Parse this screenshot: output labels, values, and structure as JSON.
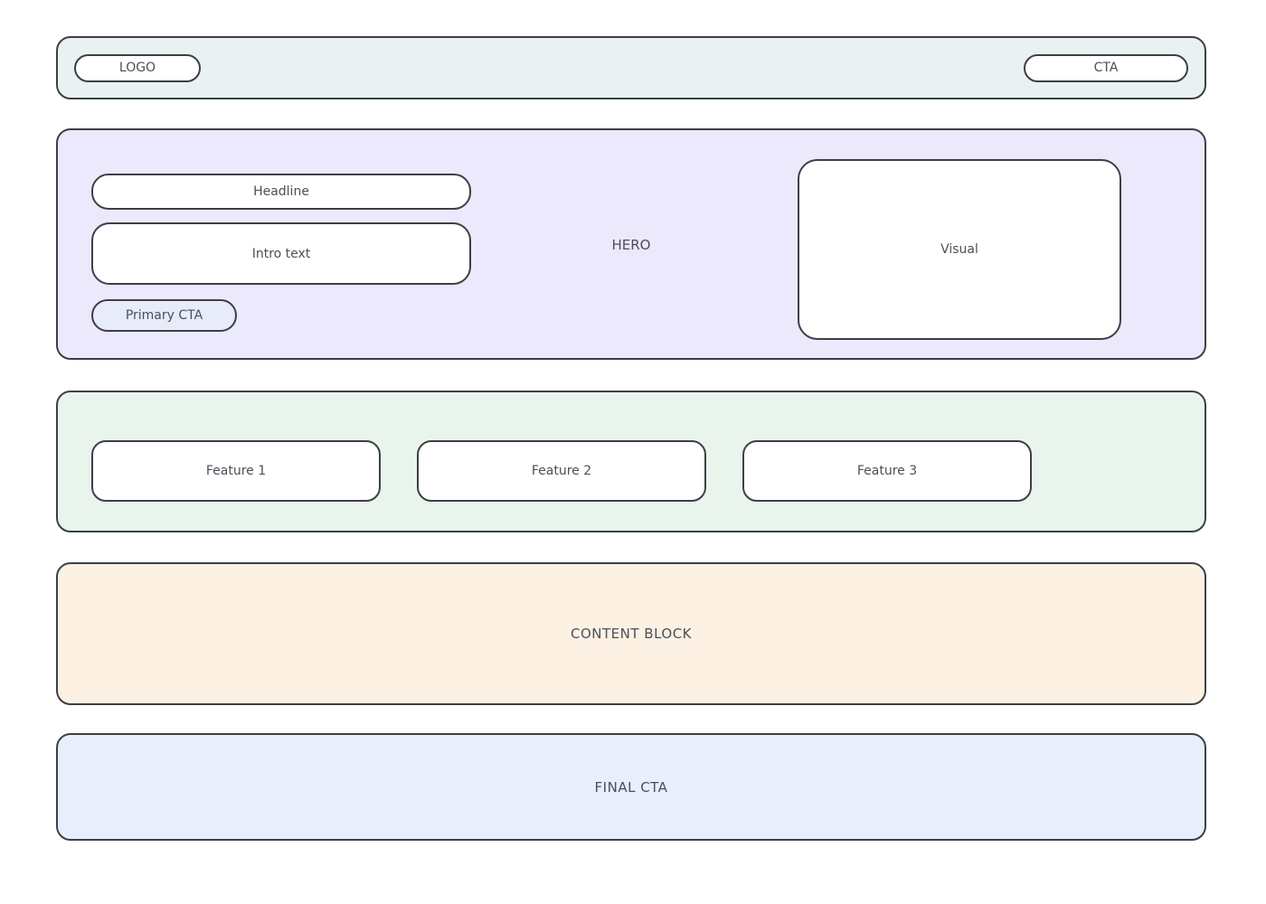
{
  "page": {
    "background": "#ffffff",
    "border_color": "#3b4047",
    "text_color": "#4a5058"
  },
  "topbar": {
    "bg": "#e9f2f0",
    "logo_label": "LOGO",
    "cta_label": "CTA"
  },
  "hero": {
    "bg": "#ebe9fb",
    "section_label": "HERO",
    "headline_label": "Headline",
    "intro_label": "Intro text",
    "primary_cta_label": "Primary CTA",
    "primary_cta_bg": "#e7ebfa",
    "visual_label": "Visual",
    "card_bg": "#ffffff"
  },
  "features": {
    "bg": "#e9f4ec",
    "card_bg": "#ffffff",
    "items": [
      {
        "label": "Feature 1"
      },
      {
        "label": "Feature 2"
      },
      {
        "label": "Feature 3"
      }
    ]
  },
  "content_block": {
    "bg": "#fdf1e4",
    "label": "CONTENT BLOCK"
  },
  "final_cta": {
    "bg": "#e8eefc",
    "label": "FINAL CTA"
  }
}
